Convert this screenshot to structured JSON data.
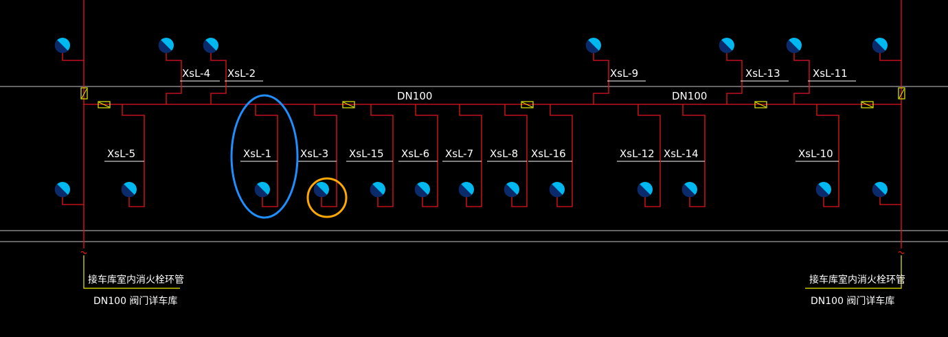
{
  "colors": {
    "background": "#000000",
    "pipe": "#e8141c",
    "label": "#ffffff",
    "underline": "#ffffff",
    "gridline": "#c8c8c8",
    "hydrant_fill": "#00b8f0",
    "hydrant_dark": "#0a2a6a",
    "valve": "#e8f000",
    "note_text": "#f0f000",
    "highlight_blue": "#1f8fff",
    "highlight_orange": "#ffa800"
  },
  "pipe_labels": {
    "main_left": "DN100",
    "main_right": "DN100"
  },
  "risers": [
    {
      "id": "XsL-4",
      "label": "XsL-4"
    },
    {
      "id": "XsL-2",
      "label": "XsL-2"
    },
    {
      "id": "XsL-9",
      "label": "XsL-9"
    },
    {
      "id": "XsL-13",
      "label": "XsL-13"
    },
    {
      "id": "XsL-11",
      "label": "XsL-11"
    },
    {
      "id": "XsL-5",
      "label": "XsL-5"
    },
    {
      "id": "XsL-1",
      "label": "XsL-1"
    },
    {
      "id": "XsL-3",
      "label": "XsL-3"
    },
    {
      "id": "XsL-15",
      "label": "XsL-15"
    },
    {
      "id": "XsL-6",
      "label": "XsL-6"
    },
    {
      "id": "XsL-7",
      "label": "XsL-7"
    },
    {
      "id": "XsL-8",
      "label": "XsL-8"
    },
    {
      "id": "XsL-16",
      "label": "XsL-16"
    },
    {
      "id": "XsL-12",
      "label": "XsL-12"
    },
    {
      "id": "XsL-14",
      "label": "XsL-14"
    },
    {
      "id": "XsL-10",
      "label": "XsL-10"
    }
  ],
  "notes": {
    "left_line1": "接车库室内消火栓环管",
    "left_line2": "DN100  阀门详车库",
    "right_line1": "接车库室内消火栓环管",
    "right_line2": "DN100  阀门详车库"
  }
}
